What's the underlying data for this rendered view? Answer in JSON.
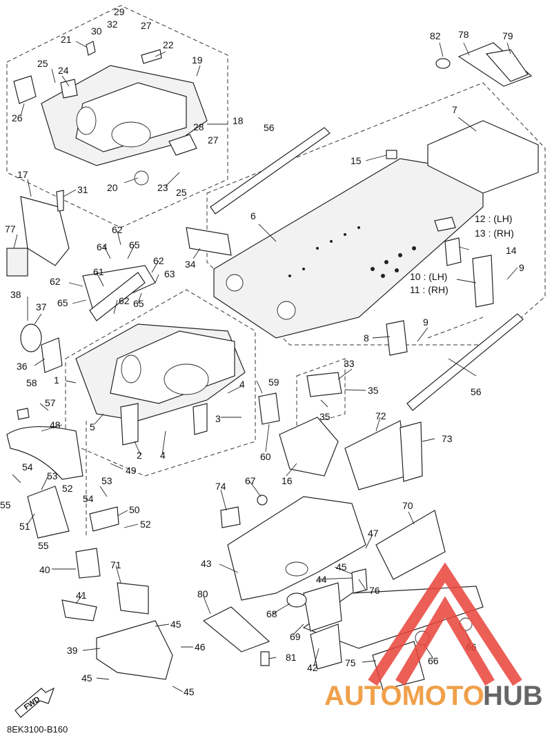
{
  "diagram": {
    "code": "8EK3100-B160",
    "fwd_label": "FWD",
    "watermark": {
      "part1": "AUTOMOTO",
      "part2": "HUB",
      "color_accent": "#e8433a",
      "color_text": "#f0a04a"
    },
    "callouts": {
      "c1": "1",
      "c2": "2",
      "c3": "3",
      "c4a": "4",
      "c4b": "4",
      "c5": "5",
      "c6": "6",
      "c7": "7",
      "c8": "8",
      "c9a": "9",
      "c9b": "9",
      "c10": "10 : (LH)",
      "c11": "11 : (RH)",
      "c12": "12 : (LH)",
      "c13": "13 : (RH)",
      "c14": "14",
      "c15": "15",
      "c16": "16",
      "c17": "17",
      "c18": "18",
      "c19": "19",
      "c20": "20",
      "c21": "21",
      "c22": "22",
      "c23": "23",
      "c24": "24",
      "c25a": "25",
      "c25b": "25",
      "c26": "26",
      "c27a": "27",
      "c27b": "27",
      "c28": "28",
      "c29": "29",
      "c30": "30",
      "c31": "31",
      "c32": "32",
      "c33": "33",
      "c34": "34",
      "c35a": "35",
      "c35b": "35",
      "c36": "36",
      "c37": "37",
      "c38": "38",
      "c39": "39",
      "c40": "40",
      "c41": "41",
      "c42": "42",
      "c43": "43",
      "c44": "44",
      "c45a": "45",
      "c45b": "45",
      "c45c": "45",
      "c45d": "45",
      "c46": "46",
      "c47": "47",
      "c48": "48",
      "c49": "49",
      "c50": "50",
      "c51": "51",
      "c52a": "52",
      "c52b": "52",
      "c53a": "53",
      "c53b": "53",
      "c54a": "54",
      "c54b": "54",
      "c55a": "55",
      "c55b": "55",
      "c56a": "56",
      "c56b": "56",
      "c57": "57",
      "c58": "58",
      "c59": "59",
      "c60": "60",
      "c61": "61",
      "c62a": "62",
      "c62b": "62",
      "c62c": "62",
      "c62d": "62",
      "c63": "63",
      "c64": "64",
      "c65a": "65",
      "c65b": "65",
      "c65c": "65",
      "c66a": "66",
      "c66b": "66",
      "c67": "67",
      "c68": "68",
      "c69": "69",
      "c70": "70",
      "c71": "71",
      "c72": "72",
      "c73": "73",
      "c74": "74",
      "c75": "75",
      "c76": "76",
      "c77": "77",
      "c78": "78",
      "c79": "79",
      "c80": "80",
      "c81": "81",
      "c82": "82"
    }
  }
}
